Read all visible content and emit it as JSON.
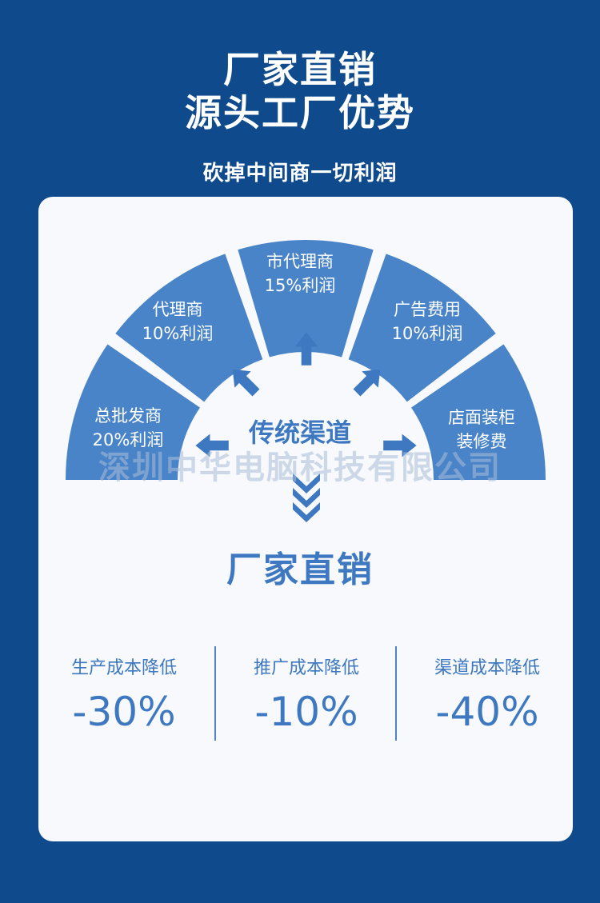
{
  "header": {
    "line1": "厂家直销",
    "line2": "源头工厂优势",
    "subtitle": "砍掉中间商一切利润"
  },
  "traditional": {
    "center_label": "传统渠道",
    "segments": [
      {
        "name": "总批发商",
        "detail": "20%利润"
      },
      {
        "name": "代理商",
        "detail": "10%利润"
      },
      {
        "name": "市代理商",
        "detail": "15%利润"
      },
      {
        "name": "广告费用",
        "detail": "10%利润"
      },
      {
        "name": "店面装柜",
        "detail": "装修费"
      }
    ]
  },
  "watermark": "深圳中华电脑科技有限公司",
  "direct": {
    "title": "厂家直销",
    "benefits": [
      {
        "label": "生产成本降低",
        "value": "-30%"
      },
      {
        "label": "推广成本降低",
        "value": "-10%"
      },
      {
        "label": "渠道成本降低",
        "value": "-40%"
      }
    ]
  },
  "colors": {
    "background": "#0f4a8c",
    "card": "#f7f9fc",
    "segment": "#4a84c8",
    "accent_text": "#3d78c0"
  }
}
